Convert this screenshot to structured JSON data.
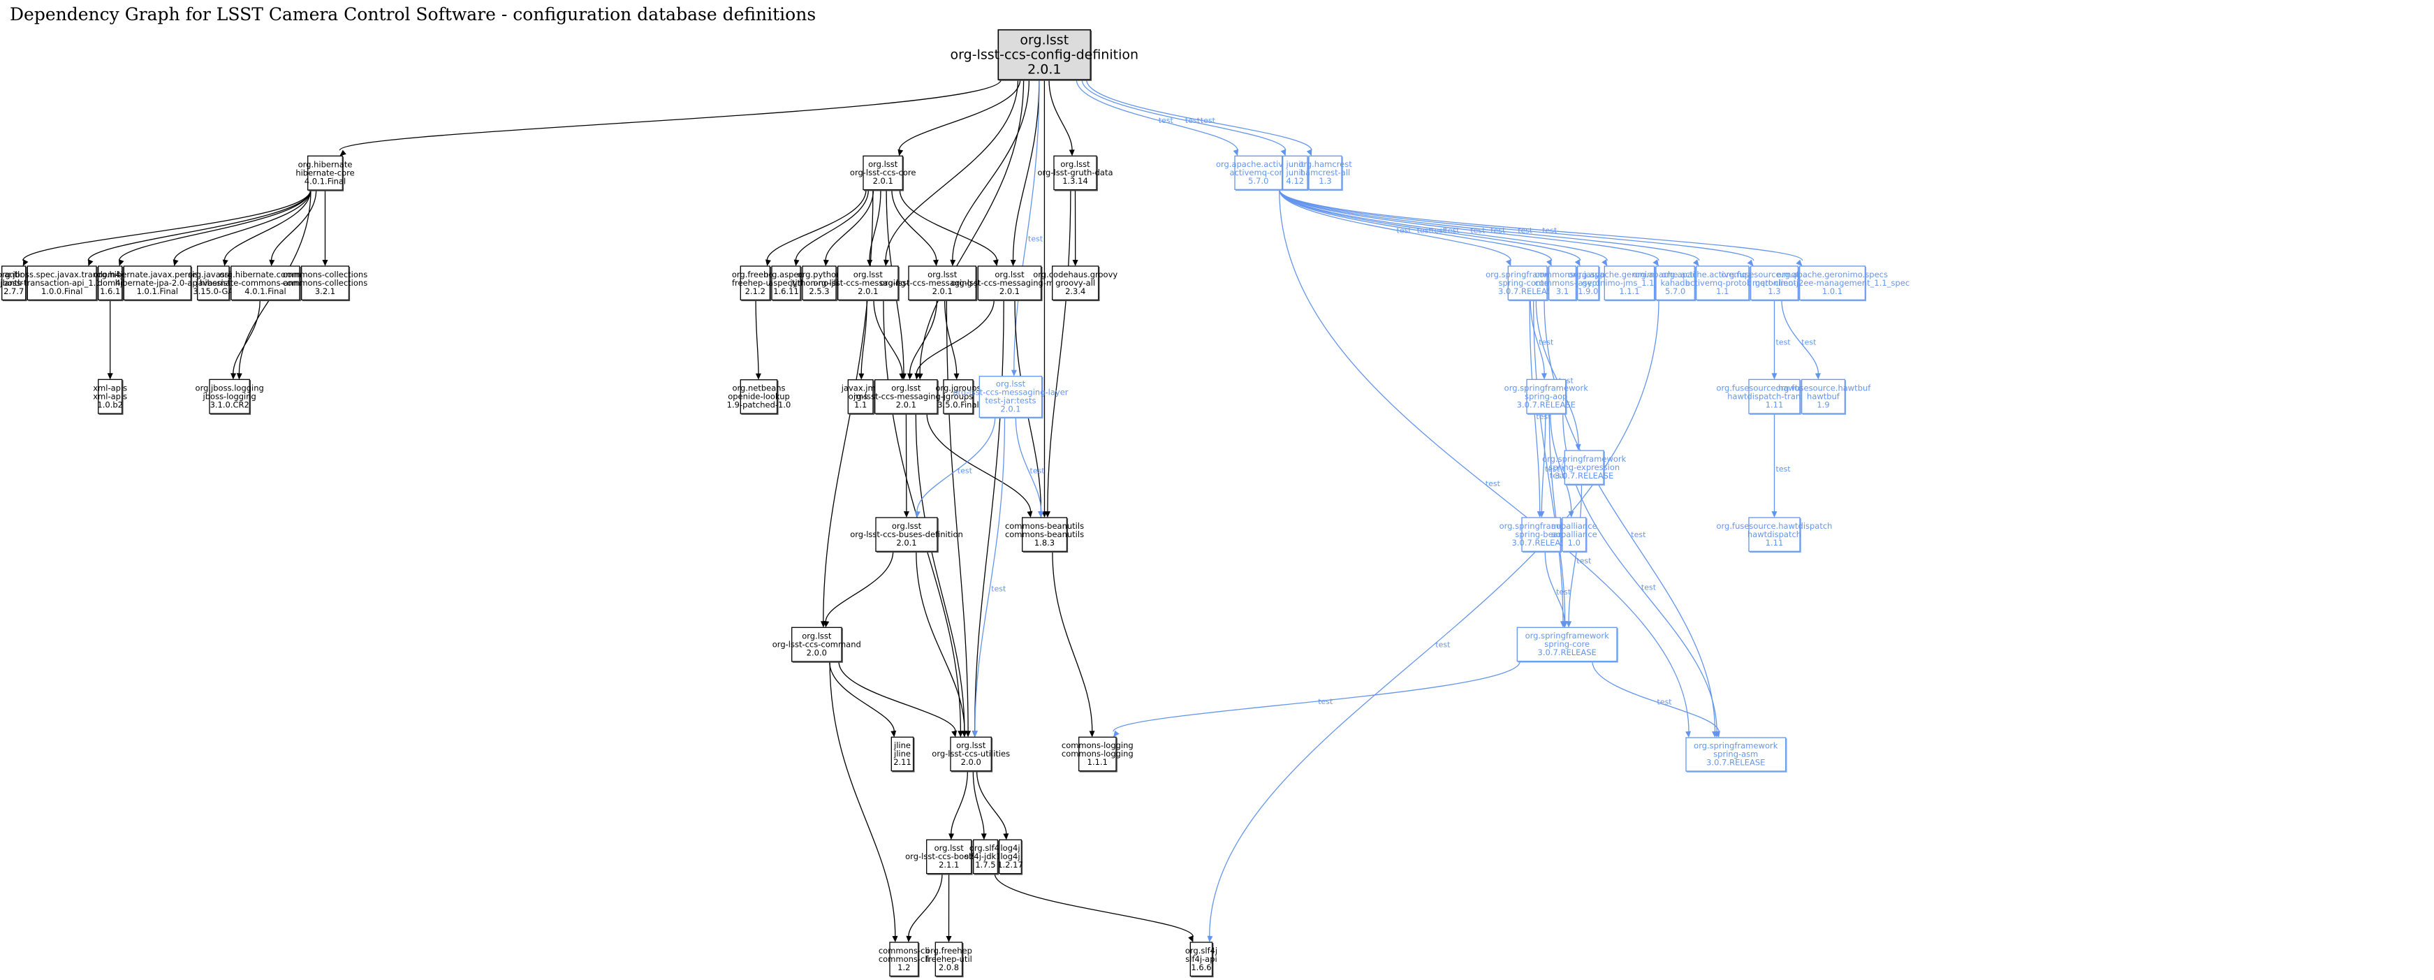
{
  "title": "Dependency Graph for LSST Camera Control Software - configuration database definitions",
  "colors": {
    "compile": "#000000",
    "test": "#6495ed",
    "root_fill": "#dcdcdc"
  },
  "nodes": [
    {
      "id": "root",
      "kind": "root",
      "lines": [
        "org.lsst",
        "org-lsst-ccs-config-definition",
        "2.0.1"
      ]
    },
    {
      "id": "hibernate-core",
      "kind": "compile",
      "lines": [
        "org.hibernate",
        "hibernate-core",
        "4.0.1.Final"
      ]
    },
    {
      "id": "ccs-core",
      "kind": "compile",
      "lines": [
        "org.lsst",
        "org-lsst-ccs-core",
        "2.0.1"
      ]
    },
    {
      "id": "gruth-data",
      "kind": "compile",
      "lines": [
        "org.lsst",
        "org-lsst-gruth-data",
        "1.3.14"
      ]
    },
    {
      "id": "activemq-core",
      "kind": "test",
      "lines": [
        "org.apache.activemq",
        "activemq-core",
        "5.7.0"
      ]
    },
    {
      "id": "junit",
      "kind": "test",
      "lines": [
        "junit",
        "junit",
        "4.12"
      ]
    },
    {
      "id": "hamcrest",
      "kind": "test",
      "lines": [
        "org.hamcrest",
        "hamcrest-all",
        "1.3"
      ]
    },
    {
      "id": "antlr",
      "kind": "compile",
      "lines": [
        "antlr",
        "antlr",
        "2.7.7"
      ]
    },
    {
      "id": "jboss-tx",
      "kind": "compile",
      "lines": [
        "org.jboss.spec.javax.transaction",
        "jboss-transaction-api_1.1_spec",
        "1.0.0.Final"
      ]
    },
    {
      "id": "dom4j",
      "kind": "compile",
      "lines": [
        "dom4j",
        "dom4j",
        "1.6.1"
      ]
    },
    {
      "id": "jpa",
      "kind": "compile",
      "lines": [
        "org.hibernate.javax.persistence",
        "hibernate-jpa-2.0-api",
        "1.0.1.Final"
      ]
    },
    {
      "id": "javassist",
      "kind": "compile",
      "lines": [
        "org.javassist",
        "javassist",
        "3.15.0-GA"
      ]
    },
    {
      "id": "commons-annotations",
      "kind": "compile",
      "lines": [
        "org.hibernate.common",
        "hibernate-commons-annotations",
        "4.0.1.Final"
      ]
    },
    {
      "id": "commons-collections",
      "kind": "compile",
      "lines": [
        "commons-collections",
        "commons-collections",
        "3.2.1"
      ]
    },
    {
      "id": "freehep-util-212",
      "kind": "compile",
      "lines": [
        "org.freehep",
        "freehep-util",
        "2.1.2"
      ]
    },
    {
      "id": "aspectjrt",
      "kind": "compile",
      "lines": [
        "org.aspectj",
        "aspectjrt",
        "1.6.11"
      ]
    },
    {
      "id": "jython",
      "kind": "compile",
      "lines": [
        "org.python",
        "jython-no-jline",
        "2.5.3"
      ]
    },
    {
      "id": "messaging-jms",
      "kind": "compile",
      "lines": [
        "org.lsst",
        "org-lsst-ccs-messaging-jms",
        "2.0.1"
      ]
    },
    {
      "id": "messaging-jgroups",
      "kind": "compile",
      "lines": [
        "org.lsst",
        "org-lsst-ccs-messaging-jgroups",
        "2.0.1"
      ]
    },
    {
      "id": "messaging-mock",
      "kind": "compile",
      "lines": [
        "org.lsst",
        "org-lsst-ccs-messaging-mock",
        "2.0.1"
      ]
    },
    {
      "id": "groovy",
      "kind": "compile",
      "lines": [
        "org.codehaus.groovy",
        "groovy-all",
        "2.3.4"
      ]
    },
    {
      "id": "spring-context",
      "kind": "test",
      "lines": [
        "org.springframework",
        "spring-context",
        "3.0.7.RELEASE"
      ]
    },
    {
      "id": "commons-net",
      "kind": "test",
      "lines": [
        "commons-net",
        "commons-net",
        "3.1"
      ]
    },
    {
      "id": "jasypt",
      "kind": "test",
      "lines": [
        "org.jasypt",
        "jasypt",
        "1.9.0"
      ]
    },
    {
      "id": "geronimo-jms",
      "kind": "test",
      "lines": [
        "org.apache.geronimo.specs",
        "geronimo-jms_1.1_spec",
        "1.1.1"
      ]
    },
    {
      "id": "kahadb",
      "kind": "test",
      "lines": [
        "org.apache.activemq",
        "kahadb",
        "5.7.0"
      ]
    },
    {
      "id": "activemq-protobuf",
      "kind": "test",
      "lines": [
        "org.apache.activemq.protobuf",
        "activemq-protobuf",
        "1.1"
      ]
    },
    {
      "id": "mqtt-client",
      "kind": "test",
      "lines": [
        "org.fusesource.mqtt-client",
        "mqtt-client",
        "1.3"
      ]
    },
    {
      "id": "geronimo-j2ee",
      "kind": "test",
      "lines": [
        "org.apache.geronimo.specs",
        "geronimo-j2ee-management_1.1_spec",
        "1.0.1"
      ]
    },
    {
      "id": "xml-apis",
      "kind": "compile",
      "lines": [
        "xml-apis",
        "xml-apis",
        "1.0.b2"
      ]
    },
    {
      "id": "jboss-logging",
      "kind": "compile",
      "lines": [
        "org.jboss.logging",
        "jboss-logging",
        "3.1.0.CR2"
      ]
    },
    {
      "id": "openide-lookup",
      "kind": "compile",
      "lines": [
        "org.netbeans",
        "openide-lookup",
        "1.9-patched-1.0"
      ]
    },
    {
      "id": "jms",
      "kind": "compile",
      "lines": [
        "javax.jms",
        "jms",
        "1.1"
      ]
    },
    {
      "id": "messaging-layer",
      "kind": "compile",
      "lines": [
        "org.lsst",
        "org-lsst-ccs-messaging-layer",
        "2.0.1"
      ]
    },
    {
      "id": "jgroups",
      "kind": "compile",
      "lines": [
        "org.jgroups",
        "jgroups",
        "3.5.0.Final"
      ]
    },
    {
      "id": "messaging-layer-tests",
      "kind": "test",
      "lines": [
        "org.lsst",
        "org-lsst-ccs-messaging-layer",
        "test-jar:tests",
        "2.0.1"
      ]
    },
    {
      "id": "spring-aop",
      "kind": "test",
      "lines": [
        "org.springframework",
        "spring-aop",
        "3.0.7.RELEASE"
      ]
    },
    {
      "id": "spring-expression",
      "kind": "test",
      "lines": [
        "org.springframework",
        "spring-expression",
        "3.0.7.RELEASE"
      ]
    },
    {
      "id": "hawtdispatch-transport",
      "kind": "test",
      "lines": [
        "org.fusesource.hawtdispatch",
        "hawtdispatch-transport",
        "1.11"
      ]
    },
    {
      "id": "hawtbuf",
      "kind": "test",
      "lines": [
        "org.fusesource.hawtbuf",
        "hawtbuf",
        "1.9"
      ]
    },
    {
      "id": "buses-definition",
      "kind": "compile",
      "lines": [
        "org.lsst",
        "org-lsst-ccs-buses-definition",
        "2.0.1"
      ]
    },
    {
      "id": "commons-beanutils",
      "kind": "compile",
      "lines": [
        "commons-beanutils",
        "commons-beanutils",
        "1.8.3"
      ]
    },
    {
      "id": "spring-beans",
      "kind": "test",
      "lines": [
        "org.springframework",
        "spring-beans",
        "3.0.7.RELEASE"
      ]
    },
    {
      "id": "aopalliance",
      "kind": "test",
      "lines": [
        "aopalliance",
        "aopalliance",
        "1.0"
      ]
    },
    {
      "id": "hawtdispatch",
      "kind": "test",
      "lines": [
        "org.fusesource.hawtdispatch",
        "hawtdispatch",
        "1.11"
      ]
    },
    {
      "id": "ccs-command",
      "kind": "compile",
      "lines": [
        "org.lsst",
        "org-lsst-ccs-command",
        "2.0.0"
      ]
    },
    {
      "id": "spring-core",
      "kind": "test",
      "lines": [
        "org.springframework",
        "spring-core",
        "3.0.7.RELEASE"
      ]
    },
    {
      "id": "jline",
      "kind": "compile",
      "lines": [
        "jline",
        "jline",
        "2.11"
      ]
    },
    {
      "id": "ccs-utilities",
      "kind": "compile",
      "lines": [
        "org.lsst",
        "org-lsst-ccs-utilities",
        "2.0.0"
      ]
    },
    {
      "id": "commons-logging",
      "kind": "compile",
      "lines": [
        "commons-logging",
        "commons-logging",
        "1.1.1"
      ]
    },
    {
      "id": "spring-asm",
      "kind": "test",
      "lines": [
        "org.springframework",
        "spring-asm",
        "3.0.7.RELEASE"
      ]
    },
    {
      "id": "ccs-bootstrap",
      "kind": "compile",
      "lines": [
        "org.lsst",
        "org-lsst-ccs-bootstrap",
        "2.1.1"
      ]
    },
    {
      "id": "slf4j-jdk14",
      "kind": "compile",
      "lines": [
        "org.slf4j",
        "slf4j-jdk14",
        "1.7.5"
      ]
    },
    {
      "id": "log4j",
      "kind": "compile",
      "lines": [
        "log4j",
        "log4j",
        "1.2.17"
      ]
    },
    {
      "id": "commons-cli",
      "kind": "compile",
      "lines": [
        "commons-cli",
        "commons-cli",
        "1.2"
      ]
    },
    {
      "id": "freehep-util-208",
      "kind": "compile",
      "lines": [
        "org.freehep",
        "freehep-util",
        "2.0.8"
      ]
    },
    {
      "id": "slf4j-api",
      "kind": "compile",
      "lines": [
        "org.slf4j",
        "slf4j-api",
        "1.6.6"
      ]
    }
  ],
  "edges": [
    {
      "from": "root",
      "to": "hibernate-core",
      "label": ""
    },
    {
      "from": "root",
      "to": "ccs-core",
      "label": ""
    },
    {
      "from": "root",
      "to": "messaging-jms",
      "label": ""
    },
    {
      "from": "root",
      "to": "messaging-layer",
      "label": ""
    },
    {
      "from": "root",
      "to": "messaging-jgroups",
      "label": ""
    },
    {
      "from": "root",
      "to": "messaging-mock",
      "label": ""
    },
    {
      "from": "root",
      "to": "commons-beanutils",
      "label": ""
    },
    {
      "from": "root",
      "to": "gruth-data",
      "label": ""
    },
    {
      "from": "root",
      "to": "messaging-layer-tests",
      "label": "test"
    },
    {
      "from": "root",
      "to": "activemq-core",
      "label": "test"
    },
    {
      "from": "root",
      "to": "junit",
      "label": "test"
    },
    {
      "from": "root",
      "to": "hamcrest",
      "label": "test"
    },
    {
      "from": "hibernate-core",
      "to": "antlr",
      "label": ""
    },
    {
      "from": "hibernate-core",
      "to": "jboss-tx",
      "label": ""
    },
    {
      "from": "hibernate-core",
      "to": "dom4j",
      "label": ""
    },
    {
      "from": "hibernate-core",
      "to": "jpa",
      "label": ""
    },
    {
      "from": "hibernate-core",
      "to": "javassist",
      "label": ""
    },
    {
      "from": "hibernate-core",
      "to": "commons-annotations",
      "label": ""
    },
    {
      "from": "hibernate-core",
      "to": "commons-collections",
      "label": ""
    },
    {
      "from": "hibernate-core",
      "to": "jboss-logging",
      "label": ""
    },
    {
      "from": "dom4j",
      "to": "xml-apis",
      "label": ""
    },
    {
      "from": "commons-annotations",
      "to": "jboss-logging",
      "label": ""
    },
    {
      "from": "ccs-core",
      "to": "freehep-util-212",
      "label": ""
    },
    {
      "from": "ccs-core",
      "to": "aspectjrt",
      "label": ""
    },
    {
      "from": "ccs-core",
      "to": "jython",
      "label": ""
    },
    {
      "from": "ccs-core",
      "to": "messaging-jms",
      "label": ""
    },
    {
      "from": "ccs-core",
      "to": "messaging-jgroups",
      "label": ""
    },
    {
      "from": "ccs-core",
      "to": "messaging-mock",
      "label": ""
    },
    {
      "from": "ccs-core",
      "to": "messaging-layer",
      "label": ""
    },
    {
      "from": "ccs-core",
      "to": "ccs-command",
      "label": ""
    },
    {
      "from": "freehep-util-212",
      "to": "openide-lookup",
      "label": ""
    },
    {
      "from": "messaging-jms",
      "to": "jms",
      "label": ""
    },
    {
      "from": "messaging-jms",
      "to": "messaging-layer",
      "label": ""
    },
    {
      "from": "messaging-jms",
      "to": "ccs-utilities",
      "label": ""
    },
    {
      "from": "messaging-jgroups",
      "to": "messaging-layer",
      "label": ""
    },
    {
      "from": "messaging-jgroups",
      "to": "jgroups",
      "label": ""
    },
    {
      "from": "messaging-jgroups",
      "to": "ccs-utilities",
      "label": ""
    },
    {
      "from": "messaging-mock",
      "to": "messaging-layer",
      "label": ""
    },
    {
      "from": "messaging-mock",
      "to": "commons-beanutils",
      "label": ""
    },
    {
      "from": "messaging-mock",
      "to": "ccs-utilities",
      "label": ""
    },
    {
      "from": "messaging-layer",
      "to": "buses-definition",
      "label": ""
    },
    {
      "from": "messaging-layer",
      "to": "commons-beanutils",
      "label": ""
    },
    {
      "from": "messaging-layer",
      "to": "ccs-utilities",
      "label": ""
    },
    {
      "from": "messaging-layer-tests",
      "to": "buses-definition",
      "label": "test"
    },
    {
      "from": "messaging-layer-tests",
      "to": "commons-beanutils",
      "label": "test"
    },
    {
      "from": "messaging-layer-tests",
      "to": "ccs-utilities",
      "label": "test"
    },
    {
      "from": "gruth-data",
      "to": "groovy",
      "label": ""
    },
    {
      "from": "gruth-data",
      "to": "commons-beanutils",
      "label": ""
    },
    {
      "from": "buses-definition",
      "to": "ccs-command",
      "label": ""
    },
    {
      "from": "buses-definition",
      "to": "ccs-utilities",
      "label": ""
    },
    {
      "from": "commons-beanutils",
      "to": "commons-logging",
      "label": ""
    },
    {
      "from": "ccs-command",
      "to": "jline",
      "label": ""
    },
    {
      "from": "ccs-command",
      "to": "ccs-utilities",
      "label": ""
    },
    {
      "from": "ccs-command",
      "to": "commons-cli",
      "label": ""
    },
    {
      "from": "ccs-utilities",
      "to": "ccs-bootstrap",
      "label": ""
    },
    {
      "from": "ccs-utilities",
      "to": "slf4j-jdk14",
      "label": ""
    },
    {
      "from": "ccs-utilities",
      "to": "log4j",
      "label": ""
    },
    {
      "from": "ccs-bootstrap",
      "to": "commons-cli",
      "label": ""
    },
    {
      "from": "ccs-bootstrap",
      "to": "freehep-util-208",
      "label": ""
    },
    {
      "from": "slf4j-jdk14",
      "to": "slf4j-api",
      "label": ""
    },
    {
      "from": "activemq-core",
      "to": "spring-context",
      "label": "test"
    },
    {
      "from": "activemq-core",
      "to": "commons-net",
      "label": "test"
    },
    {
      "from": "activemq-core",
      "to": "jasypt",
      "label": "test"
    },
    {
      "from": "activemq-core",
      "to": "geronimo-jms",
      "label": "test"
    },
    {
      "from": "activemq-core",
      "to": "kahadb",
      "label": "test"
    },
    {
      "from": "activemq-core",
      "to": "activemq-protobuf",
      "label": "test"
    },
    {
      "from": "activemq-core",
      "to": "mqtt-client",
      "label": "test"
    },
    {
      "from": "activemq-core",
      "to": "geronimo-j2ee",
      "label": "test"
    },
    {
      "from": "activemq-core",
      "to": "spring-asm",
      "label": "test"
    },
    {
      "from": "kahadb",
      "to": "slf4j-api",
      "label": "test"
    },
    {
      "from": "spring-context",
      "to": "spring-aop",
      "label": "test"
    },
    {
      "from": "spring-context",
      "to": "spring-expression",
      "label": "test"
    },
    {
      "from": "spring-context",
      "to": "spring-beans",
      "label": "test"
    },
    {
      "from": "spring-context",
      "to": "spring-core",
      "label": "test"
    },
    {
      "from": "spring-context",
      "to": "spring-asm",
      "label": "test"
    },
    {
      "from": "spring-aop",
      "to": "spring-beans",
      "label": "test"
    },
    {
      "from": "spring-aop",
      "to": "aopalliance",
      "label": "test"
    },
    {
      "from": "spring-aop",
      "to": "spring-core",
      "label": "test"
    },
    {
      "from": "spring-aop",
      "to": "spring-asm",
      "label": "test"
    },
    {
      "from": "spring-expression",
      "to": "spring-core",
      "label": "test"
    },
    {
      "from": "spring-beans",
      "to": "spring-core",
      "label": "test"
    },
    {
      "from": "spring-core",
      "to": "commons-logging",
      "label": "test"
    },
    {
      "from": "spring-core",
      "to": "spring-asm",
      "label": "test"
    },
    {
      "from": "mqtt-client",
      "to": "hawtdispatch-transport",
      "label": "test"
    },
    {
      "from": "mqtt-client",
      "to": "hawtbuf",
      "label": "test"
    },
    {
      "from": "hawtdispatch-transport",
      "to": "hawtdispatch",
      "label": "test"
    }
  ]
}
